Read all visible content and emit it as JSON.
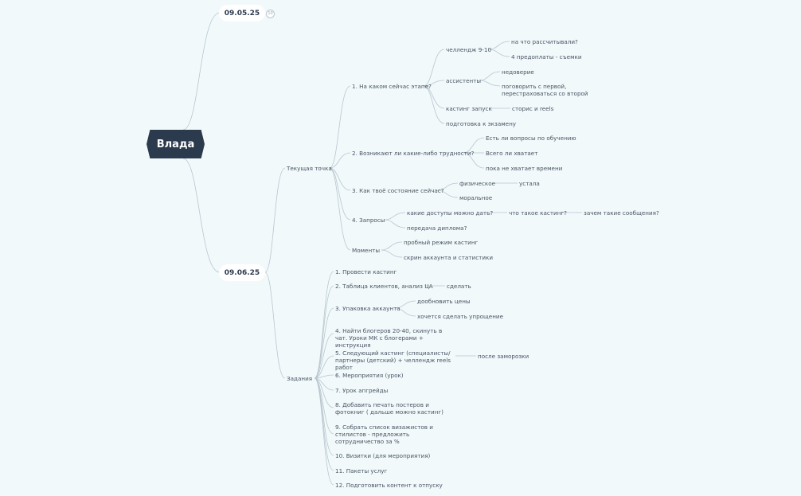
{
  "root": {
    "label": "Влада"
  },
  "top_date": {
    "label": "09.05.25",
    "badge": "10"
  },
  "main_date": {
    "label": "09.06.25"
  },
  "current": {
    "label": "Текущая точка",
    "q1": {
      "label": "1. На каком сейчас этапе?",
      "challenge": {
        "label": "челлендж 9-10",
        "items": [
          "на что рассчитывали?",
          "4 предоплаты - съемки"
        ]
      },
      "assistants": {
        "label": "ассистенты",
        "items": [
          "недоверие",
          "поговорить с первой, перестраховаться со второй"
        ]
      },
      "casting": {
        "label": "кастинг запуск",
        "item": "сторис и reels"
      },
      "exam": "подготовка к экзамену"
    },
    "q2": {
      "label": "2. Возникают ли какие-либо трудности?",
      "items": [
        "Есть ли вопросы по обучению",
        "Всего ли хватает",
        "пока не хватает времени"
      ]
    },
    "q3": {
      "label": "3. Как твоё состояние сейчас?",
      "physical": {
        "label": "физическое",
        "item": "устала"
      },
      "moral": "моральное"
    },
    "q4": {
      "label": "4. Запросы",
      "access": {
        "label": "какие доступы можно дать?",
        "what": "что такое кастинг?",
        "why": "зачем такие сообщения?"
      },
      "diploma": "передача диплома?"
    },
    "moments": {
      "label": "Моменты",
      "items": [
        "пробный режим кастинг",
        "скрин аккаунта и статистики"
      ]
    }
  },
  "tasks": {
    "label": "Задания",
    "t1": "1. Провести кастинг",
    "t2": {
      "label": "2. Таблица клиентов, анализ ЦА",
      "item": "сделать"
    },
    "t3": {
      "label": "3. Упаковка аккаунта",
      "items": [
        "дообновить цены",
        "хочется сделать упрощение"
      ]
    },
    "t4": "4. Найти блогеров 20-40, скинуть в чат. Уроки МК с блогерами + инструкция",
    "t5": {
      "label": "5. Следующий кастинг (специалисты/ партнеры (детский) + челлендж reels работ",
      "item": "после заморозки"
    },
    "t6": "6. Мероприятия (урок)",
    "t7": "7. Урок апгрейды",
    "t8": "8. Добавить печать постеров и фотокниг ( дальше можно кастинг)",
    "t9": "9. Собрать список визажистов и стилистов - предложить сотрудничество за %",
    "t10": "10. Визитки (для мероприятия)",
    "t11": "11. Пакеты услуг",
    "t12": "12. Подготовить контент к отпуску"
  },
  "colors": {
    "background": "#f1f9fb",
    "root": "#2c3a4e",
    "line": "#b9c6cf",
    "text": "#4a5563"
  }
}
